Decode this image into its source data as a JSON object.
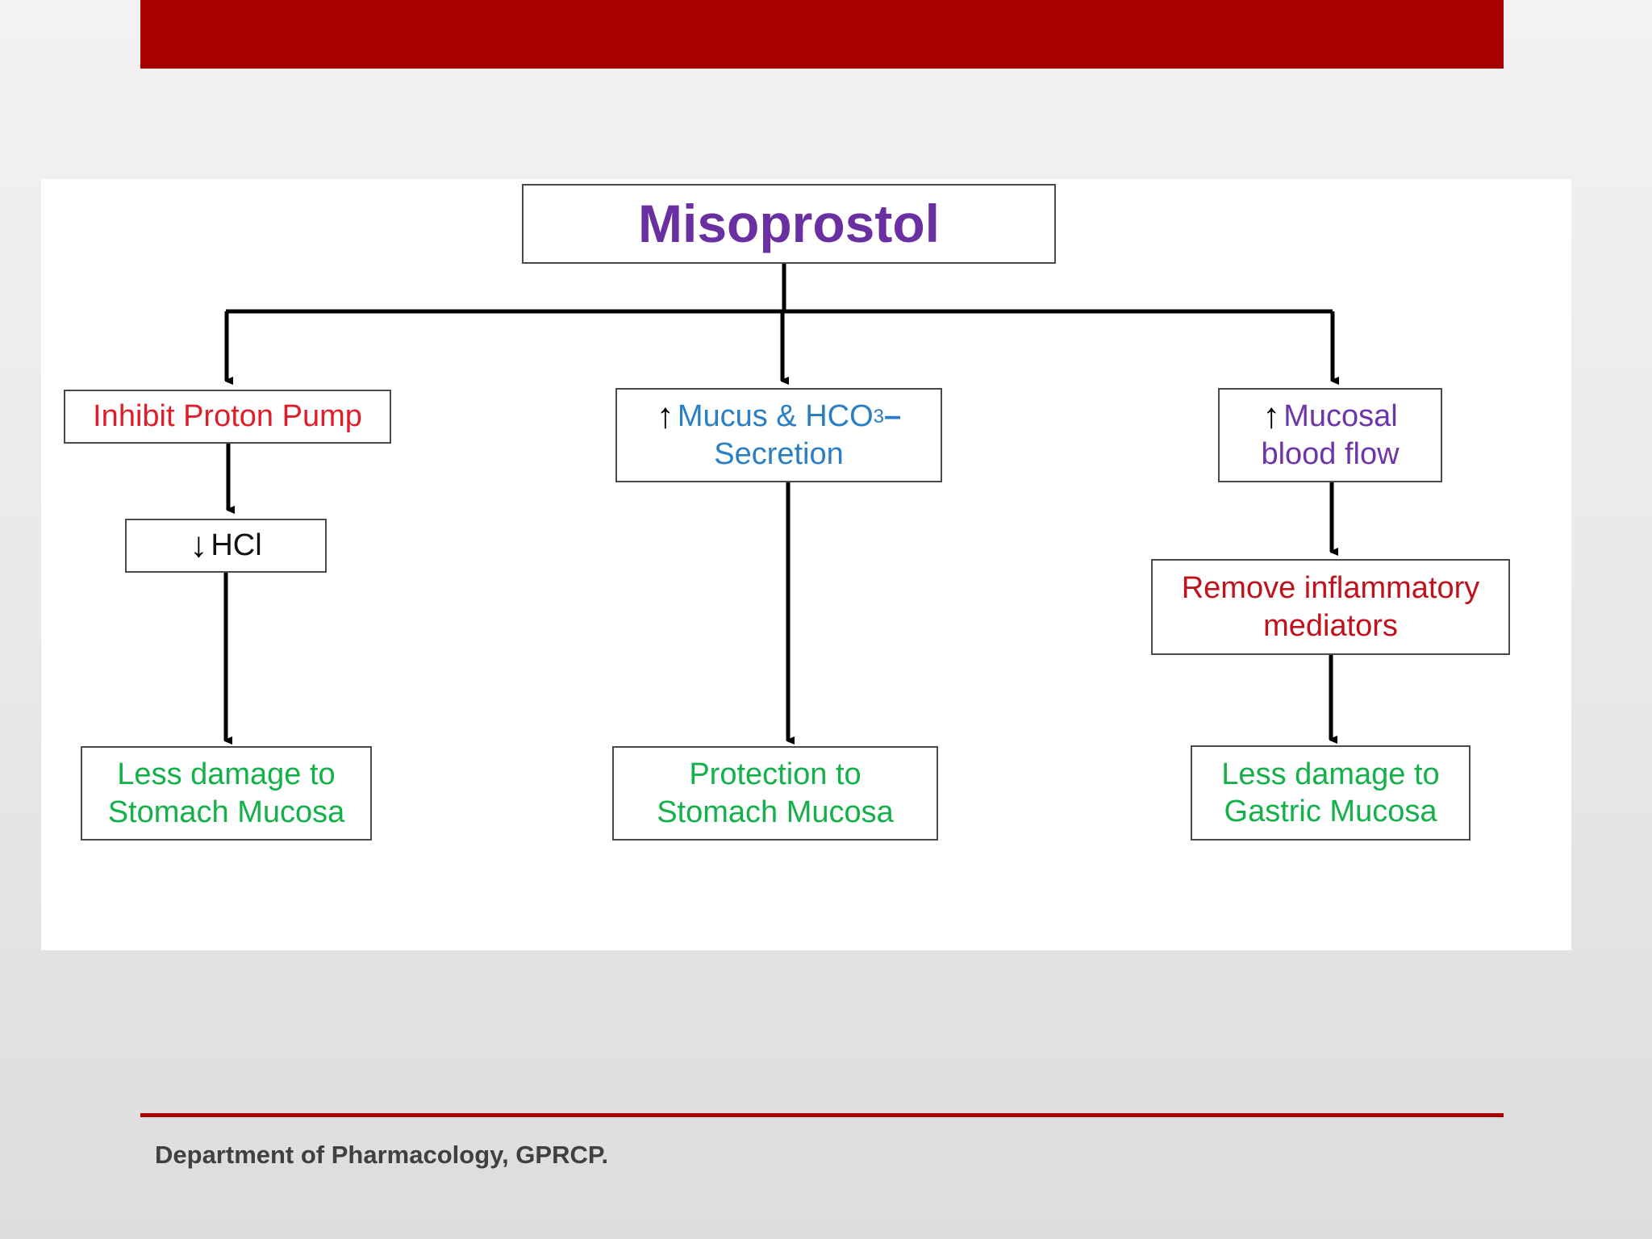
{
  "diagram": {
    "title": "Misoprostol",
    "inhibit": "Inhibit Proton Pump",
    "hcl": "HCl",
    "mucus": "Mucus  & HCO",
    "mucus_sub": "3",
    "mucus_minus": "–",
    "secretion": "Secretion",
    "mucosal": "Mucosal",
    "blood_flow": "blood flow",
    "remove_1": "Remove inflammatory",
    "remove_2": "mediators",
    "less1_a": "Less damage to",
    "less1_b": "Stomach Mucosa",
    "protect_a": "Protection to",
    "protect_b": "Stomach Mucosa",
    "less2_a": "Less damage to",
    "less2_b": "Gastric Mucosa",
    "up_arrow": "↑",
    "down_arrow": "↓"
  },
  "colors": {
    "title": "#6a2fa0",
    "red": "#e01e2a",
    "blue": "#2a7fc4",
    "purple": "#6d35a8",
    "green": "#14b04a",
    "bar": "#a80000"
  },
  "footer": {
    "text": "Department of Pharmacology, GPRCP."
  }
}
